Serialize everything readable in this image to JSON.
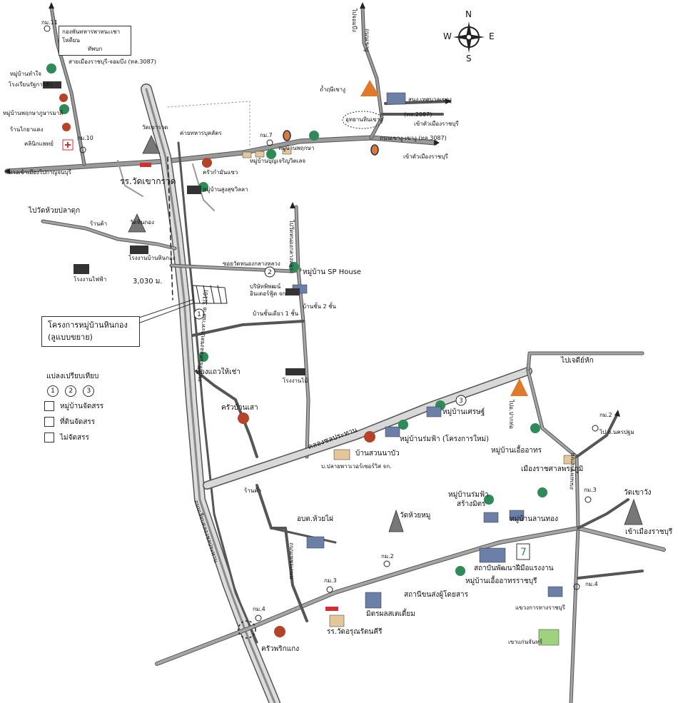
{
  "compass": {
    "n": "N",
    "s": "S",
    "e": "E",
    "w": "W"
  },
  "top_left_box": {
    "line1": "กองพันทหารพาหนะเชาโหดียน",
    "line2": "ทัพบก"
  },
  "project_box": {
    "line1": "โครงการหมู่บ้านหินกอง",
    "line2": "(ลูแบบขยาย)"
  },
  "distance_label": "3,030 ม.",
  "legend": {
    "title": "แปลงเปรียบเทียบ",
    "numbers": [
      "1",
      "2",
      "3"
    ],
    "items": [
      "หมู่บ้านจัดสรร",
      "ที่ดินจัดสรร",
      "ไม่จัดสรร"
    ]
  },
  "labels": {
    "km11": "กม.11",
    "km10": "กม.10",
    "km7": "กม.7",
    "km2a": "กม.2",
    "km2b": "กม.2",
    "km3a": "กม.3",
    "km3b": "กม.3",
    "km4a": "กม.4",
    "km4b": "กม.4",
    "v_thai": "หมู่บ้านทำใจ",
    "school_rukh": "โรงเรียนรัฐการค้า",
    "v_suvarn": "หมู่บ้านพฤกษาภูษารมาล์",
    "shop_small": "ร้านไกยาแดง",
    "clinic": "คลินิกแพทย์",
    "wat_khaorot": "วัดเขารวด",
    "army": "ค่ายทหารบุคลัตร",
    "rr_wat": "รร.วัดเขากรวด",
    "cave": "ถ้ำฤษีเขางู",
    "munic": "สนง.เทศบาลเขางู",
    "park": "อุทยานหินเขางู",
    "to_ratchaburi1": "เข้าตัวเมืองราชบุรี",
    "to_ratchaburi2": "เข้าตัวเมืองราชบุรี",
    "to_pakthong": "ไปวัดห้วยปลาดุก",
    "shop1": "ร้านค้า",
    "shop2": "ร้านค้า",
    "wat_hinkong": "วัดหินกอง",
    "factory1": "โรงงานบ้านหินกอง",
    "factory2": "โรงงานไฟฟ้า",
    "road_left": "สายเมืองราชบุรี-จอมบึง (ทล.3087)",
    "v_pruksa": "หมู่บ้านพฤกษา",
    "v_boon": "หมู่บ้านบุญเจริญวิตเลจ",
    "v_suchit": "หมู่บ้านสูงสุขวิลลา",
    "kruarkaew": "ครัวกำมันแซว",
    "soi_nong": "ซอยวัดหนองกลางหลวง",
    "sp_house": "หมู่บ้าน SP House",
    "company": "บริษัทพิพฒน์",
    "center": "อินเตอร์ฟู้ด จก.",
    "house1": "บ้านชั้นเดียว 1 ชั้น",
    "house2": "บ้านชั้น 2 ชั้น",
    "rental": "ห้องแถวให้เช่า",
    "kitchen_sao": "ครัวบ้านเสา",
    "factory3": "โรงงานไม้",
    "canal": "คลองชลประทาน",
    "restaurant": "บ้านสวนนาบัว",
    "company2": "บ.ปลายพาวเวอร์เซอร์วิส จก.",
    "v_setthee": "หมู่บ้านเศรษฐ์",
    "v_rom": "หมู่บ้านร่มฟ้า (โครงการใหม่)",
    "v_food": "หมู่บ้านเอื้ออาทร",
    "court": "เมืองราชศาลพระภูมิ",
    "to_jedi": "ไปเจดีย์หัก",
    "to_nakhon": "ไป จ.นครปฐม",
    "wat_khao_wang": "วัดเขาวัง",
    "to_ratchaburi3": "เข้าเมืองราชบุรี",
    "oboto": "อบต.ห้วยไผ่",
    "wat_huai": "วัดห้วยหมู",
    "v_rom2": "หมู่บ้านร่มฟ้า",
    "v_rom2b": "สร้างมิตร",
    "v_lanthong": "หมู่บ้านลานทอง",
    "job_center": "สถาบันพัฒนาฝีมือแรงงาน",
    "v_food2": "หมู่บ้านเอื้ออาทรราชบุรี",
    "bus": "สถานีขนส่งผู้โดยสาร",
    "temple_sm": "มิตรผลสเตเดี้ยม",
    "rr_wat2": "รร.วัดอรุณรัตนคีรี",
    "kitchen_prik": "ครัวพริกแกง",
    "highway_dept": "แขวงการทางราชบุรี",
    "green": "เขาแก่นจันทร์",
    "road_left2": "ทางเข้าเมืองไปกาญจนบุรี",
    "to_pakthongchai": "ไปอ.ปากท่อ",
    "khaongu_road": "ถนนเขางู",
    "to_phetk": "ไปวัดหนองกลางหลวง",
    "highway_main": "ถนนเลียบคลองชลประทานสาย 3(10)",
    "highway_main2": "ถนนเลียบคลองชลประทาน",
    "road_vert2": "ถนนเพชรเกษม",
    "road_vert3": "ถนนเพชรเกษม",
    "road_2087": "(ทล.2087)",
    "bypass": "ถนนเขางู-เขางู (ทล.3087)",
    "jombung_top": "ไปจอมบึง"
  },
  "colors": {
    "road": "#8a8a8a",
    "road_edge": "#555555",
    "canal": "#c9c9c9",
    "tree": "#2e8b57",
    "roof_orange": "#e07a2b",
    "roof_red": "#b5432a",
    "flag_red": "#d03030",
    "building_blue": "#6b7fa8",
    "dashed": "#222222"
  }
}
